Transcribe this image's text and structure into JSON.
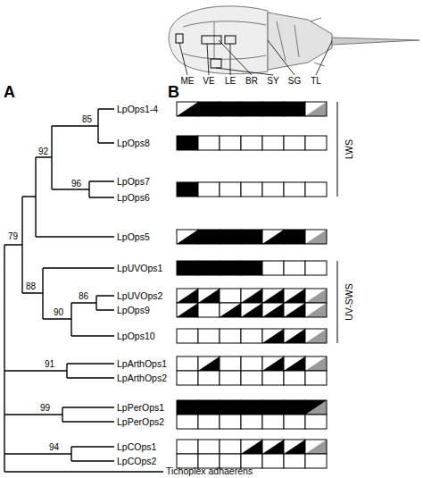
{
  "diagram": {
    "labels": [
      "A",
      "B",
      "ME",
      "VE",
      "LE",
      "BR",
      "SY",
      "SG",
      "TL",
      "85",
      "LpOps1-4",
      "LpOps8",
      "92",
      "96",
      "LpOps7",
      "LpOps6",
      "LpOps5",
      "LWS",
      "79",
      "88",
      "LpUVOps1",
      "86",
      "90",
      "LpUVOps2",
      "LpOps9",
      "LpOps10",
      "UV-SWS",
      "91",
      "LpArthOps1",
      "LpArthOps2",
      "99",
      "LpPerOps1",
      "LpPerOps2",
      "94",
      "LpCOps1",
      "LpCOps2",
      "Tichoplex adhaerens"
    ]
  }
}
